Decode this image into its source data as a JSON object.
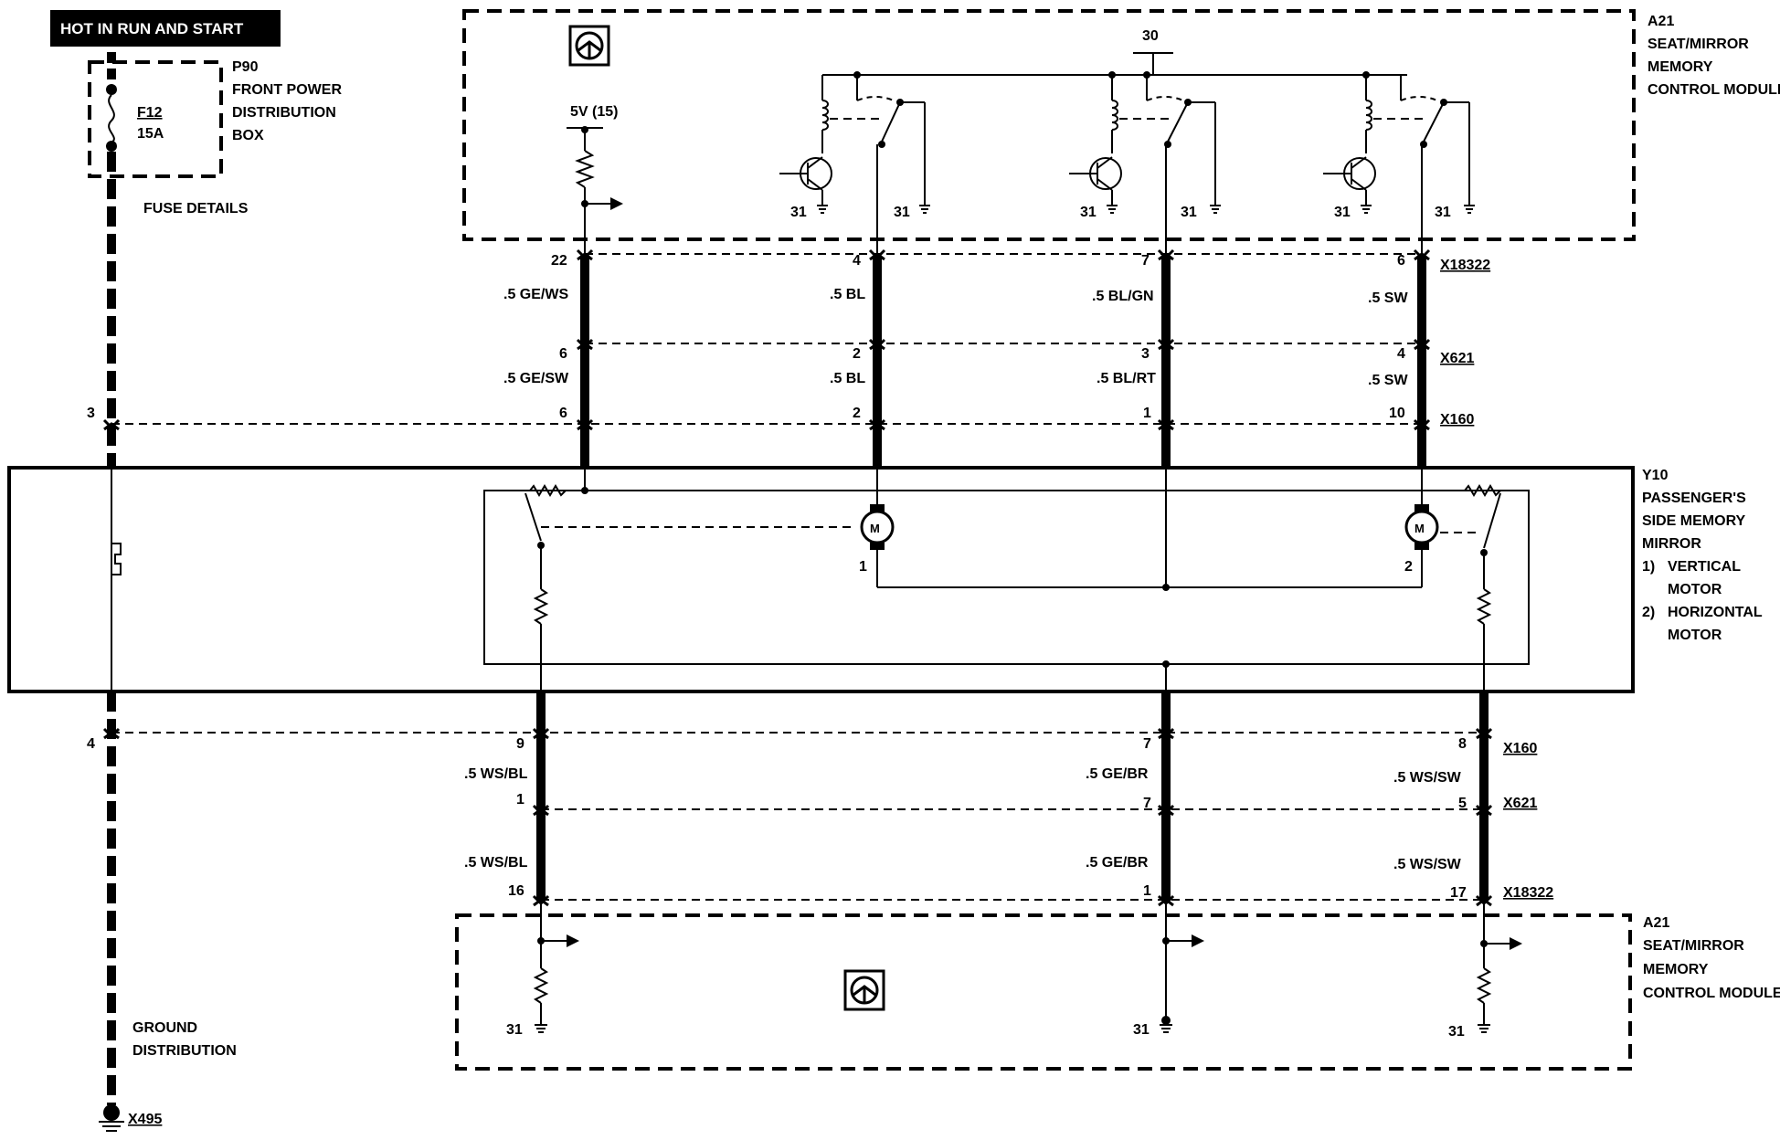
{
  "header": {
    "title": "HOT IN RUN AND START"
  },
  "fuse_box": {
    "id": "P90",
    "line1": "FRONT POWER",
    "line2": "DISTRIBUTION",
    "line3": "BOX",
    "fuse_id": "F12",
    "fuse_rating": "15A",
    "details": "FUSE DETAILS"
  },
  "module_top": {
    "id": "A21",
    "line1": "SEAT/MIRROR",
    "line2": "MEMORY",
    "line3": "CONTROL MODULE",
    "supply_5v": "5V (15)",
    "supply_30": "30",
    "gnd": "31"
  },
  "connectors": {
    "x18322": "X18322",
    "x621": "X621",
    "x160": "X160",
    "x495": "X495"
  },
  "pins_upper": {
    "c1_a": "22",
    "c1_b": "6",
    "c1_c": "6",
    "c2_a": "4",
    "c2_b": "2",
    "c2_c": "2",
    "c3_a": "7",
    "c3_b": "3",
    "c3_c": "1",
    "c4_a": "6",
    "c4_b": "4",
    "c4_c": "10",
    "left_c": "3"
  },
  "wires_upper": {
    "c1_a": ".5 GE/WS",
    "c1_b": ".5 GE/SW",
    "c2_a": ".5 BL",
    "c2_b": ".5 BL",
    "c3_a": ".5 BL/GN",
    "c3_b": ".5 BL/RT",
    "c4_a": ".5 SW",
    "c4_b": ".5 SW"
  },
  "mirror": {
    "id": "Y10",
    "line1": "PASSENGER'S",
    "line2": "SIDE MEMORY",
    "line3": "MIRROR",
    "note1_num": "1)",
    "note1_a": "VERTICAL",
    "note1_b": "MOTOR",
    "note2_num": "2)",
    "note2_a": "HORIZONTAL",
    "note2_b": "MOTOR",
    "motor_symbol": "M",
    "motor1": "1",
    "motor2": "2"
  },
  "pins_lower": {
    "left_a": "4",
    "c1_a": "9",
    "c1_b": "1",
    "c1_c": "16",
    "c2_a": "7",
    "c2_b": "7",
    "c2_c": "1",
    "c3_a": "8",
    "c3_b": "5",
    "c3_c": "17"
  },
  "wires_lower": {
    "c1_a": ".5 WS/BL",
    "c1_b": ".5 WS/BL",
    "c2_a": ".5 GE/BR",
    "c2_b": ".5 GE/BR",
    "c3_a": ".5 WS/SW",
    "c3_b": ".5 WS/SW"
  },
  "module_bottom": {
    "id": "A21",
    "line1": "SEAT/MIRROR",
    "line2": "MEMORY",
    "line3": "CONTROL MODULE",
    "gnd": "31"
  },
  "ground": {
    "line1": "GROUND",
    "line2": "DISTRIBUTION"
  }
}
